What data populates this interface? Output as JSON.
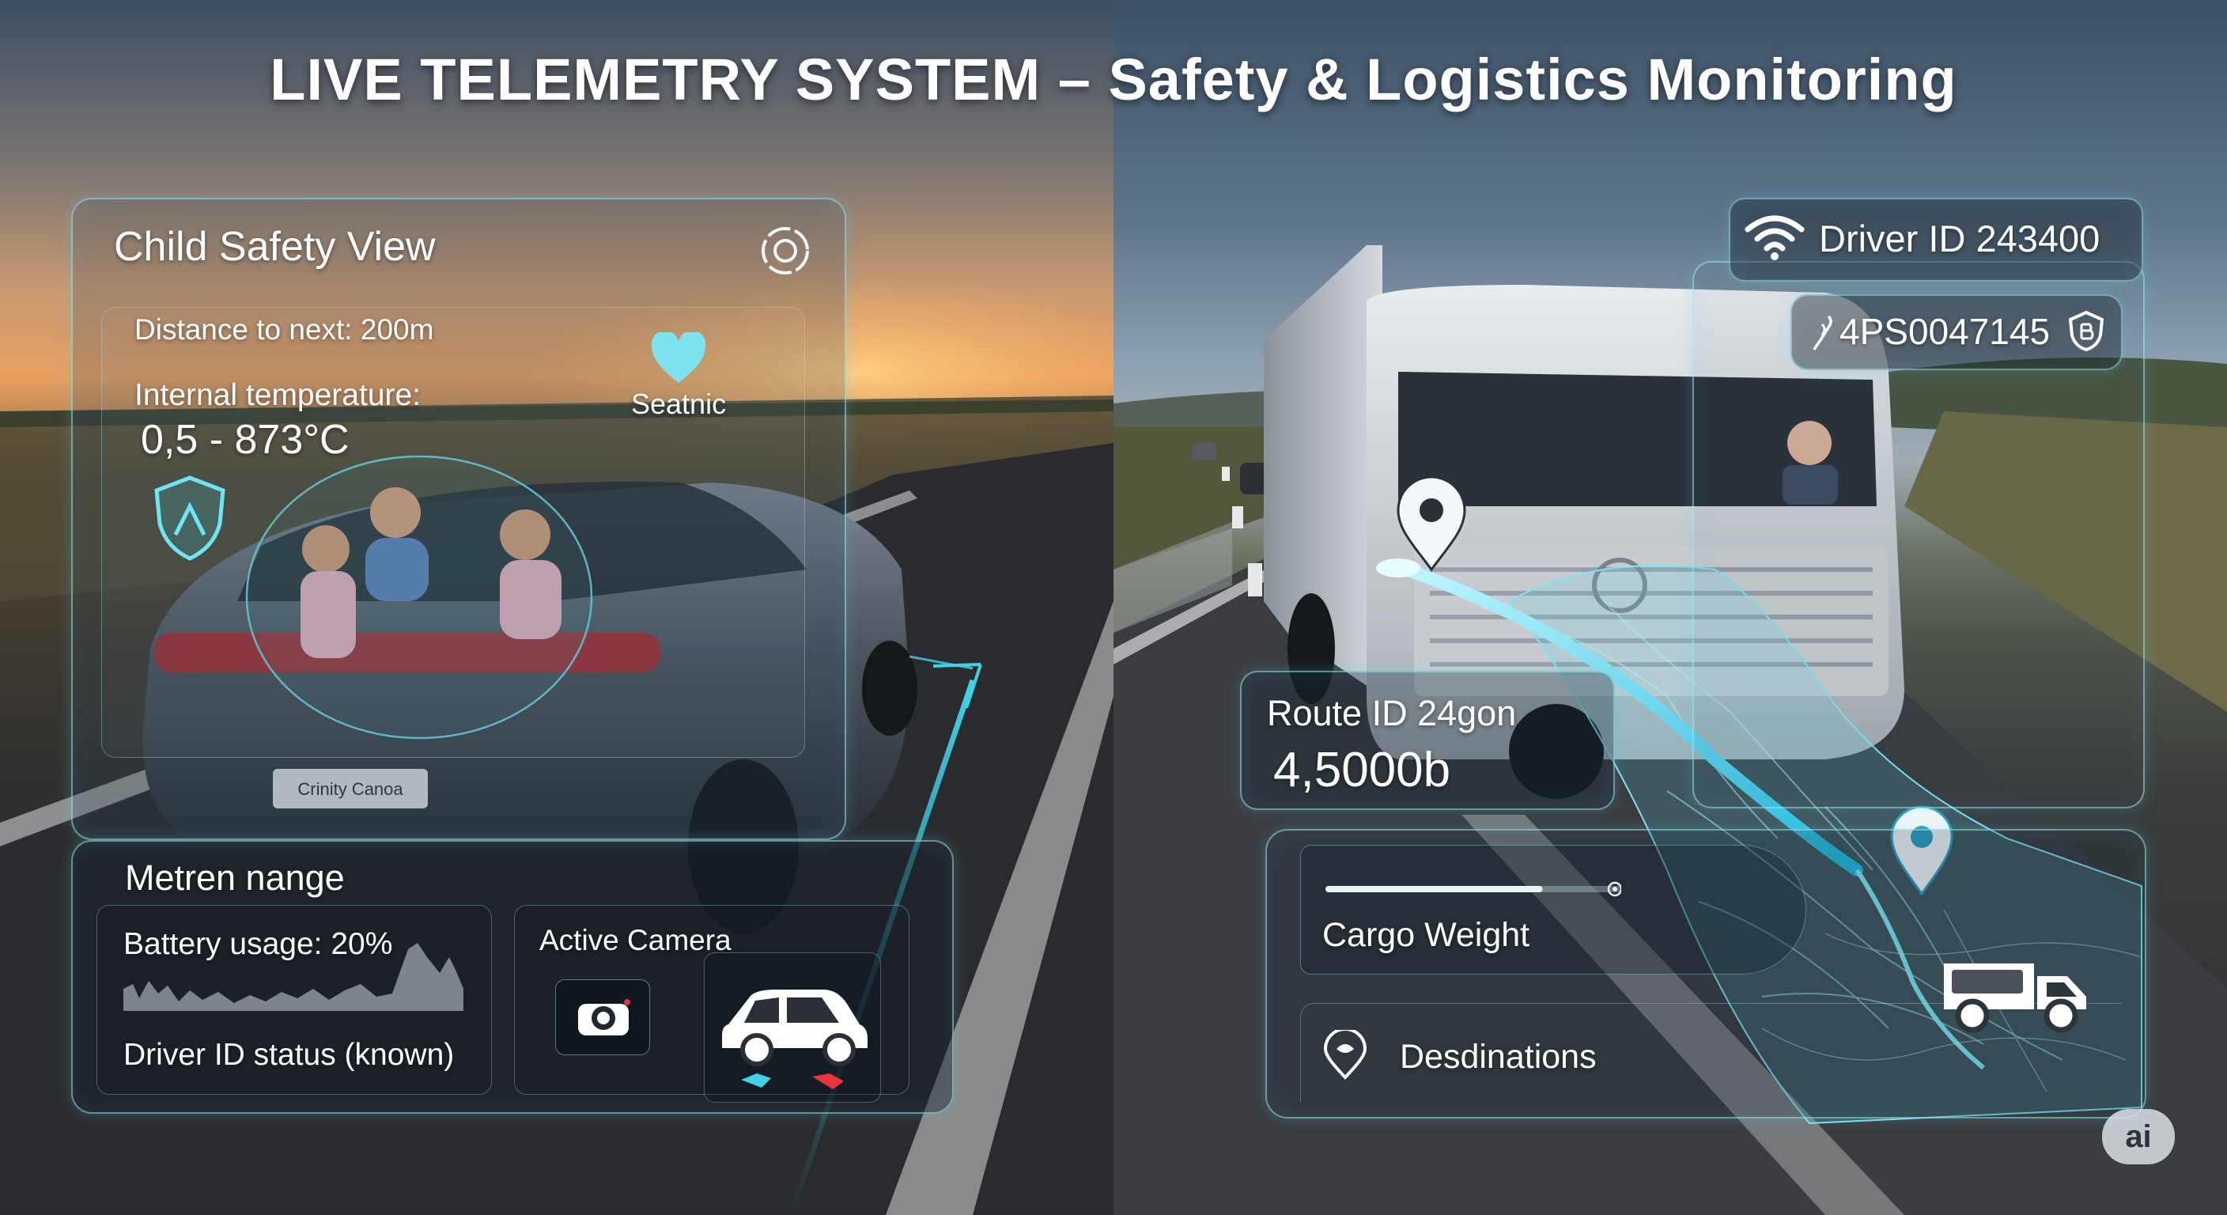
{
  "title": "LIVE TELEMETRY SYSTEM – Safety & Logistics Monitoring",
  "child_safety": {
    "title": "Child Safety View",
    "distance": "Distance to next: 200m",
    "temperature_label": "Internal temperature:",
    "temperature_value": "0,5 - 873°C",
    "heart_label": "Seatnic",
    "icons": [
      "settings-icon",
      "heart-icon",
      "shield-icon"
    ]
  },
  "metrics": {
    "title": "Metren nange",
    "battery_label": "Battery usage: 20%",
    "battery_level": 0.2,
    "driver_status": "Driver ID status (known)",
    "camera_label": "Active Camera",
    "car_plate": "Crinity Canoa"
  },
  "logistics": {
    "driver_id": "Driver ID 243400",
    "vehicle_code": "4PS0047145",
    "route_id": "Route ID 24gon",
    "route_value": "4,5000b",
    "cargo_label": "Cargo Weight",
    "cargo_level": 0.75,
    "destinations_label": "Desdinations"
  },
  "badge": "ai",
  "colors": {
    "accent": "#3fd3ea",
    "heart": "#7fe3ee",
    "warning": "#e8343c"
  }
}
